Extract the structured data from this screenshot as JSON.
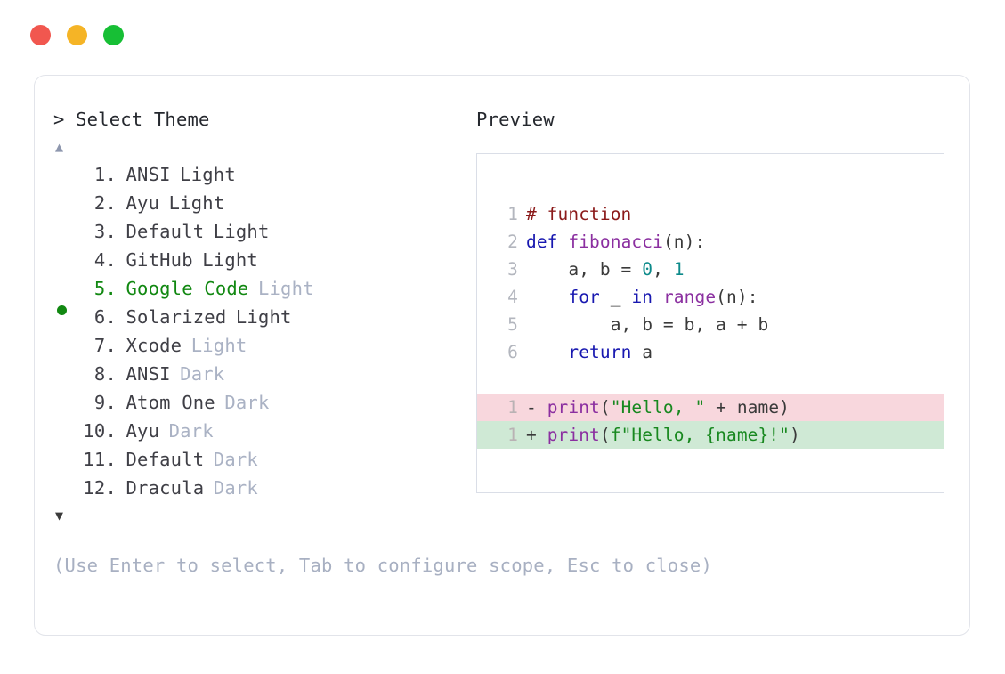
{
  "window": {
    "traffic_lights": [
      {
        "name": "close-button",
        "color": "#f1574f"
      },
      {
        "name": "minimize-button",
        "color": "#f5b426"
      },
      {
        "name": "maximize-button",
        "color": "#17bf35"
      }
    ]
  },
  "selector": {
    "prompt": "> Select Theme",
    "scroll_up_glyph": "▲",
    "scroll_down_glyph": "▼",
    "selected_index": 5,
    "bullet_color": "#118811",
    "selected_color": "#118811",
    "items": [
      {
        "index": "1.",
        "name": "ANSI",
        "variant": "Light",
        "variant_muted": false,
        "selected": false,
        "bullet": ""
      },
      {
        "index": "2.",
        "name": "Ayu",
        "variant": "Light",
        "variant_muted": false,
        "selected": false,
        "bullet": ""
      },
      {
        "index": "3.",
        "name": "Default",
        "variant": "Light",
        "variant_muted": false,
        "selected": false,
        "bullet": ""
      },
      {
        "index": "4.",
        "name": "GitHub",
        "variant": "Light",
        "variant_muted": false,
        "selected": false,
        "bullet": ""
      },
      {
        "index": "5.",
        "name": "Google Code",
        "variant": "Light",
        "variant_muted": true,
        "selected": true,
        "bullet": "●"
      },
      {
        "index": "6.",
        "name": "Solarized",
        "variant": "Light",
        "variant_muted": false,
        "selected": false,
        "bullet": ""
      },
      {
        "index": "7.",
        "name": "Xcode",
        "variant": "Light",
        "variant_muted": true,
        "selected": false,
        "bullet": ""
      },
      {
        "index": "8.",
        "name": "ANSI",
        "variant": "Dark",
        "variant_muted": true,
        "selected": false,
        "bullet": ""
      },
      {
        "index": "9.",
        "name": "Atom One",
        "variant": "Dark",
        "variant_muted": true,
        "selected": false,
        "bullet": ""
      },
      {
        "index": "10.",
        "name": "Ayu",
        "variant": "Dark",
        "variant_muted": true,
        "selected": false,
        "bullet": ""
      },
      {
        "index": "11.",
        "name": "Default",
        "variant": "Dark",
        "variant_muted": true,
        "selected": false,
        "bullet": ""
      },
      {
        "index": "12.",
        "name": "Dracula",
        "variant": "Dark",
        "variant_muted": true,
        "selected": false,
        "bullet": ""
      }
    ]
  },
  "preview": {
    "label": "Preview",
    "code_lines": [
      {
        "ln": "1",
        "tokens": [
          {
            "t": "# function",
            "c": "t-comment"
          }
        ]
      },
      {
        "ln": "2",
        "tokens": [
          {
            "t": "def ",
            "c": "t-keyword"
          },
          {
            "t": "fibonacci",
            "c": "t-func"
          },
          {
            "t": "(n):",
            "c": "t-plain"
          }
        ]
      },
      {
        "ln": "3",
        "tokens": [
          {
            "t": "    a, b = ",
            "c": "t-plain"
          },
          {
            "t": "0",
            "c": "t-number"
          },
          {
            "t": ", ",
            "c": "t-plain"
          },
          {
            "t": "1",
            "c": "t-number"
          }
        ]
      },
      {
        "ln": "4",
        "tokens": [
          {
            "t": "    ",
            "c": "t-plain"
          },
          {
            "t": "for",
            "c": "t-keyword"
          },
          {
            "t": " _ ",
            "c": "t-plain"
          },
          {
            "t": "in",
            "c": "t-keyword"
          },
          {
            "t": " ",
            "c": "t-plain"
          },
          {
            "t": "range",
            "c": "t-func"
          },
          {
            "t": "(n):",
            "c": "t-plain"
          }
        ]
      },
      {
        "ln": "5",
        "tokens": [
          {
            "t": "        a, b = b, a + b",
            "c": "t-plain"
          }
        ]
      },
      {
        "ln": "6",
        "tokens": [
          {
            "t": "    ",
            "c": "t-plain"
          },
          {
            "t": "return",
            "c": "t-keyword"
          },
          {
            "t": " a",
            "c": "t-plain"
          }
        ]
      }
    ],
    "diff_lines": [
      {
        "ln": "1",
        "kind": "diff-del",
        "tokens": [
          {
            "t": "- ",
            "c": "t-sign"
          },
          {
            "t": "print",
            "c": "t-func"
          },
          {
            "t": "(",
            "c": "t-plain"
          },
          {
            "t": "\"Hello, \"",
            "c": "t-string"
          },
          {
            "t": " + name)",
            "c": "t-plain"
          }
        ]
      },
      {
        "ln": "1",
        "kind": "diff-add",
        "tokens": [
          {
            "t": "+ ",
            "c": "t-sign"
          },
          {
            "t": "print",
            "c": "t-func"
          },
          {
            "t": "(",
            "c": "t-plain"
          },
          {
            "t": "f\"Hello, {name}!\"",
            "c": "t-string"
          },
          {
            "t": ")",
            "c": "t-plain"
          }
        ]
      }
    ],
    "diff_del_bg": "#f8d7dd",
    "diff_add_bg": "#cfe9d5"
  },
  "footer": {
    "hint": "(Use Enter to select, Tab to configure scope, Esc to close)"
  }
}
